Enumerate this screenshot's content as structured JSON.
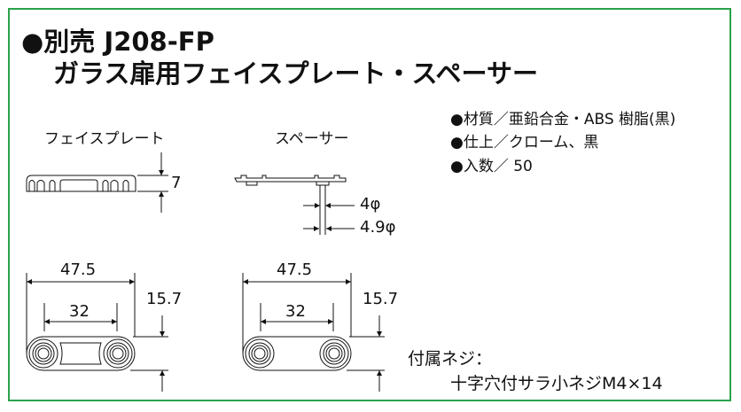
{
  "title": {
    "line1": "●別売 J208-FP",
    "line2": "ガラス扉用フェイスプレート・スペーサー"
  },
  "labels": {
    "faceplate": "フェイスプレート",
    "spacer": "スペーサー"
  },
  "dimensions": {
    "faceplate_height": "7",
    "spacer_inner_dia": "4φ",
    "spacer_outer_dia": "4.9φ",
    "faceplate_length": "47.5",
    "faceplate_pitch": "32",
    "faceplate_width": "15.7",
    "spacer_length": "47.5",
    "spacer_pitch": "32",
    "spacer_width": "15.7"
  },
  "specs": [
    "●材質／亜鉛合金・ABS 樹脂(黒)",
    "●仕上／クローム、黒",
    "●入数／ 50"
  ],
  "accessory": {
    "label": "付属ネジ：",
    "value": "十字穴付サラ小ネジM4×14"
  },
  "colors": {
    "border": "#2ba24c"
  }
}
